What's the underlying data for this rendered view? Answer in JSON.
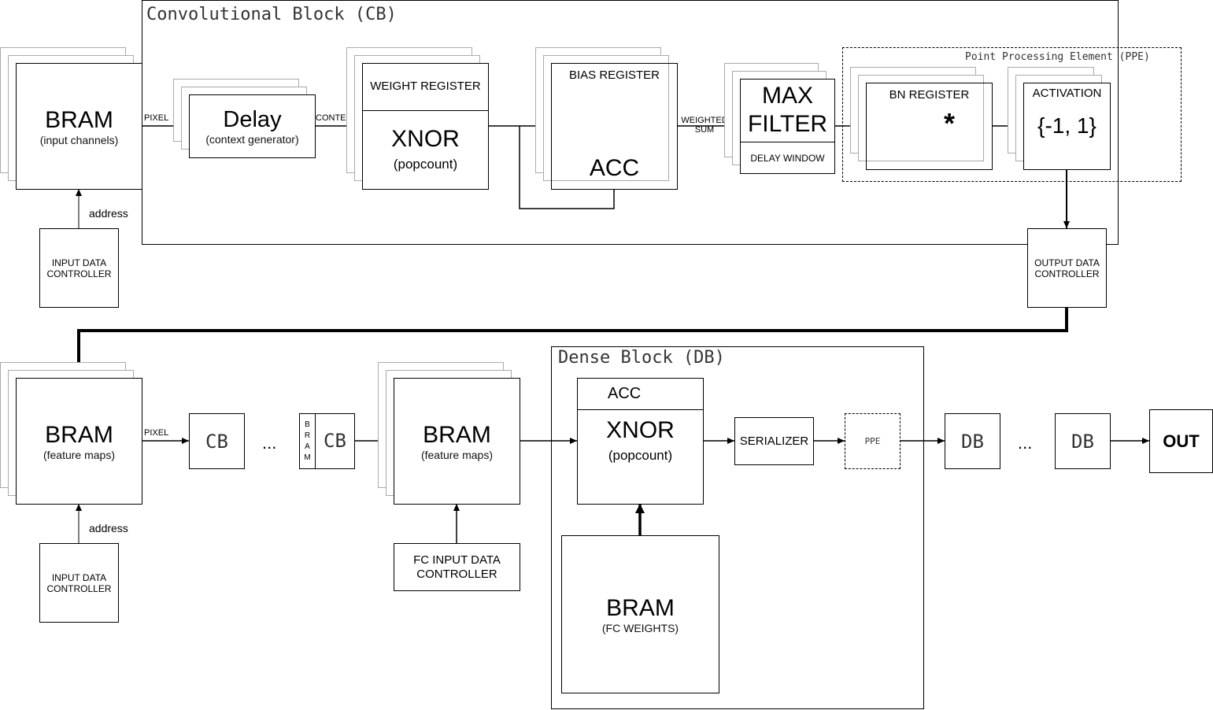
{
  "conv_block": {
    "title": "Convolutional Block (CB)",
    "bram": {
      "title": "BRAM",
      "sub": "(input channels)"
    },
    "pixel_label": "PIXEL",
    "address_label": "address",
    "input_controller": "INPUT DATA\nCONTROLLER",
    "delay": {
      "title": "Delay",
      "sub": "(context generator)"
    },
    "context_label": "CONTEXT",
    "weight_register": "WEIGHT REGISTER",
    "xnor": {
      "title": "XNOR",
      "sub": "(popcount)"
    },
    "bias_register": "BIAS REGISTER",
    "acc": "ACC",
    "weighted_sum": "WEIGHTED\nSUM",
    "max_filter": "MAX\nFILTER",
    "delay_window": "DELAY WINDOW",
    "ppe_title": "Point Processing Element (PPE)",
    "bn_register": "BN REGISTER",
    "multiply": "*",
    "activation": "ACTIVATION",
    "activation_values": "{-1, 1}",
    "output_controller": "OUTPUT DATA\nCONTROLLER"
  },
  "lower": {
    "bram": {
      "title": "BRAM",
      "sub": "(feature maps)"
    },
    "pixel_label": "PIXEL",
    "address_label": "address",
    "input_controller": "INPUT DATA\nCONTROLLER",
    "cb": "CB",
    "ellipsis": "...",
    "bram_vertical": "B\nR\nA\nM",
    "cb2": "CB",
    "bram2": {
      "title": "BRAM",
      "sub": "(feature maps)"
    },
    "fc_controller": "FC INPUT DATA\nCONTROLLER"
  },
  "dense_block": {
    "title": "Dense Block (DB)",
    "acc": "ACC",
    "xnor": {
      "title": "XNOR",
      "sub": "(popcount)"
    },
    "serializer": "SERIALIZER",
    "ppe": "PPE",
    "bram": {
      "title": "BRAM",
      "sub": "(FC WEIGHTS)"
    }
  },
  "tail": {
    "db1": "DB",
    "ellipsis": "...",
    "db2": "DB",
    "out": "OUT"
  }
}
